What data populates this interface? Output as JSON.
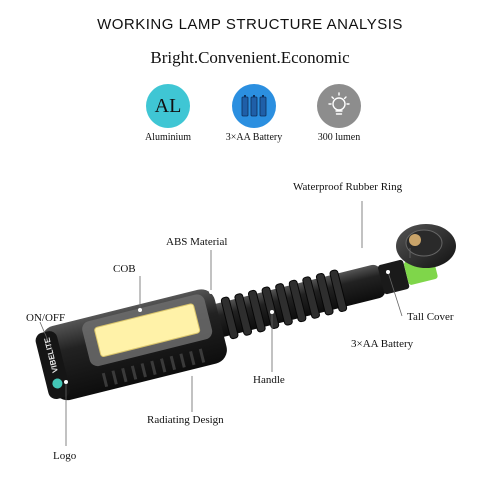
{
  "title": "WORKING LAMP STRUCTURE ANALYSIS",
  "subtitle": "Bright.Convenient.Economic",
  "features": [
    {
      "icon": "al-badge-icon",
      "badge": "AL",
      "caption": "Aluminium"
    },
    {
      "icon": "battery-icon",
      "caption": "3×AA Battery"
    },
    {
      "icon": "bulb-icon",
      "caption": "300 lumen"
    }
  ],
  "callouts": {
    "waterproof": "Waterproof Rubber Ring",
    "abs": "ABS Material",
    "cob": "COB",
    "onoff": "ON/OFF",
    "tall_cover": "Tall Cover",
    "battery": "3×AA Battery",
    "handle": "Handle",
    "radiating": "Radiating Design",
    "logo": "Logo"
  },
  "brand_text": "VIBELITE",
  "colors": {
    "aluminium_badge": "#3fc6d4",
    "battery_badge": "#2b8fe0",
    "lumen_badge": "#8d8d8d",
    "cob_panel": "#fff2a8",
    "body": "#1b1b1b",
    "battery_green": "#7fd64a"
  }
}
